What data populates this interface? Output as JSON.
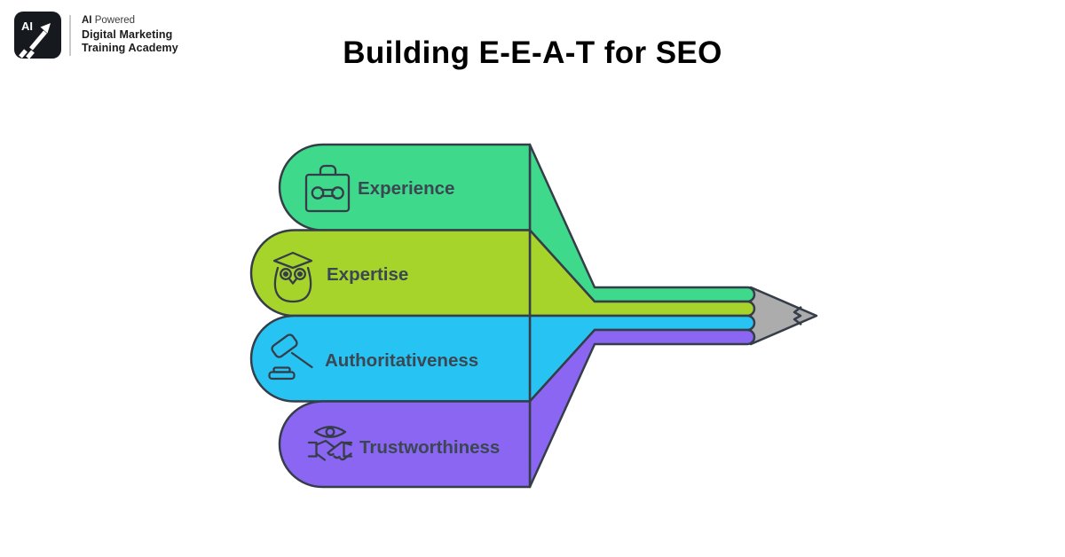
{
  "header": {
    "logo_mark": "AI",
    "brand": {
      "line1_strong": "AI",
      "line1_rest": " Powered",
      "line2": "Digital Marketing",
      "line3": "Training Academy"
    }
  },
  "title": "Building E-E-A-T for SEO",
  "diagram": {
    "type": "pencil-funnel-infographic",
    "outline_color": "#353d49",
    "label_color": "#3b4752",
    "pencil_tip_color": "#acacac",
    "items": [
      {
        "label": "Experience",
        "icon": "toolbox-wrench-icon",
        "color": "#3ed98b"
      },
      {
        "label": "Expertise",
        "icon": "owl-graduation-icon",
        "color": "#a6d42a"
      },
      {
        "label": "Authoritativeness",
        "icon": "gavel-icon",
        "color": "#27c4f3"
      },
      {
        "label": "Trustworthiness",
        "icon": "eye-handshake-icon",
        "color": "#8a66f2"
      }
    ]
  }
}
